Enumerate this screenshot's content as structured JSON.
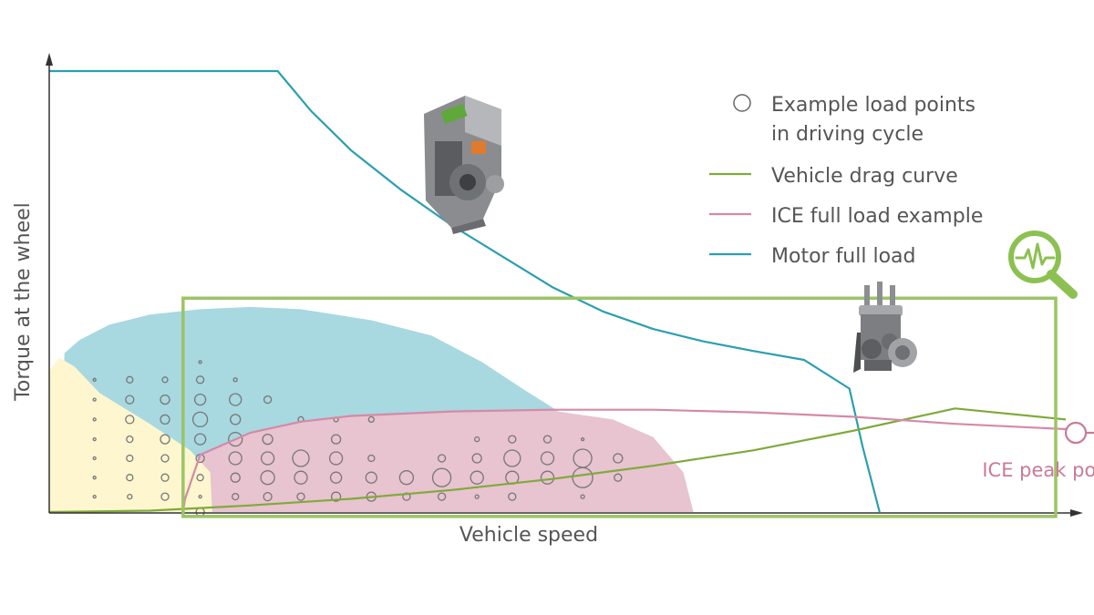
{
  "chart_data": {
    "type": "line",
    "xlabel": "Vehicle speed",
    "ylabel": "Torque at the wheel",
    "xlim": [
      0,
      100
    ],
    "ylim": [
      0,
      100
    ],
    "grid": false,
    "legend_position": "top-right",
    "legend": [
      {
        "key": "points",
        "label_lines": [
          "Example load points",
          "in driving cycle"
        ],
        "symbol": "circle",
        "color": "#666666"
      },
      {
        "key": "drag",
        "label_lines": [
          "Vehicle drag curve"
        ],
        "symbol": "line",
        "color": "#7faa3a"
      },
      {
        "key": "ice",
        "label_lines": [
          "ICE full load example"
        ],
        "symbol": "line",
        "color": "#d48aa6"
      },
      {
        "key": "motor",
        "label_lines": [
          "Motor full load"
        ],
        "symbol": "line",
        "color": "#2b9fb0"
      }
    ],
    "series": [
      {
        "name": "Motor full load",
        "key": "motor",
        "color": "#2b9fb0",
        "points": [
          [
            0,
            100
          ],
          [
            22.7,
            100
          ],
          [
            26,
            91
          ],
          [
            30,
            82
          ],
          [
            35,
            73
          ],
          [
            40,
            65
          ],
          [
            45,
            58
          ],
          [
            50,
            51
          ],
          [
            55,
            45.5
          ],
          [
            60,
            41.5
          ],
          [
            65,
            38.7
          ],
          [
            70,
            36.5
          ],
          [
            75,
            34.5
          ],
          [
            79.5,
            28
          ],
          [
            80.8,
            15
          ],
          [
            82.5,
            0
          ]
        ]
      },
      {
        "name": "Vehicle drag curve",
        "key": "drag",
        "color": "#7faa3a",
        "points": [
          [
            0,
            0
          ],
          [
            10,
            0.3
          ],
          [
            20,
            1.5
          ],
          [
            30,
            3
          ],
          [
            40,
            5
          ],
          [
            50,
            7.5
          ],
          [
            60,
            10.5
          ],
          [
            70,
            14
          ],
          [
            80,
            18.5
          ],
          [
            90,
            23.5
          ],
          [
            101,
            21
          ]
        ]
      },
      {
        "name": "ICE full load example",
        "key": "ice",
        "color": "#d48aa6",
        "points": [
          [
            13.3,
            0
          ],
          [
            13.5,
            3
          ],
          [
            15,
            13
          ],
          [
            20,
            18
          ],
          [
            25,
            20.5
          ],
          [
            30,
            21.8
          ],
          [
            40,
            22.8
          ],
          [
            50,
            23.2
          ],
          [
            60,
            23.2
          ],
          [
            70,
            22.6
          ],
          [
            80,
            21.6
          ],
          [
            90,
            20
          ],
          [
            101,
            18.8
          ]
        ]
      }
    ],
    "regions": [
      {
        "key": "motor_zone",
        "color": "#a8d8e0",
        "points": [
          [
            1.5,
            36
          ],
          [
            3,
            39
          ],
          [
            6,
            42.5
          ],
          [
            10,
            44.8
          ],
          [
            15,
            46
          ],
          [
            20,
            46.5
          ],
          [
            25,
            46
          ],
          [
            32,
            43.5
          ],
          [
            38,
            40
          ],
          [
            43,
            34
          ],
          [
            47,
            28
          ],
          [
            50.5,
            23
          ],
          [
            45,
            14
          ],
          [
            30,
            8
          ],
          [
            15,
            6
          ],
          [
            5,
            17
          ],
          [
            1.5,
            30
          ]
        ]
      },
      {
        "key": "ice_zone",
        "color": "#e8c3d0",
        "points": [
          [
            13.3,
            0
          ],
          [
            13.5,
            3
          ],
          [
            15,
            13
          ],
          [
            20,
            18
          ],
          [
            25,
            20.5
          ],
          [
            30,
            21.8
          ],
          [
            40,
            22.8
          ],
          [
            50,
            23
          ],
          [
            56,
            21
          ],
          [
            60,
            17
          ],
          [
            63,
            9
          ],
          [
            64,
            0
          ]
        ]
      },
      {
        "key": "low_speed_zone",
        "color": "#fdf6cf",
        "points": [
          [
            0,
            0
          ],
          [
            0,
            32
          ],
          [
            1,
            35
          ],
          [
            2.5,
            33
          ],
          [
            5,
            27
          ],
          [
            10,
            20
          ],
          [
            14,
            14
          ],
          [
            16,
            9
          ],
          [
            16.2,
            0
          ]
        ]
      }
    ],
    "load_points": [
      [
        4.5,
        3.5,
        1.5
      ],
      [
        4.5,
        7.8,
        1.5
      ],
      [
        4.5,
        12.2,
        1.5
      ],
      [
        4.5,
        16.5,
        1.5
      ],
      [
        4.5,
        21,
        1.5
      ],
      [
        4.5,
        25.5,
        1.5
      ],
      [
        4.5,
        30,
        1.5
      ],
      [
        8,
        3.5,
        2.5
      ],
      [
        8,
        7.8,
        3.5
      ],
      [
        8,
        12.2,
        3.5
      ],
      [
        8,
        16.5,
        3.5
      ],
      [
        8,
        21,
        4.5
      ],
      [
        8,
        25.5,
        4.5
      ],
      [
        8,
        30,
        3.5
      ],
      [
        11.5,
        3.5,
        4
      ],
      [
        11.5,
        7.8,
        4
      ],
      [
        11.5,
        12.2,
        4
      ],
      [
        11.5,
        16.5,
        5
      ],
      [
        11.5,
        21,
        5
      ],
      [
        11.5,
        25.5,
        5
      ],
      [
        11.5,
        30,
        3
      ],
      [
        15,
        0,
        4.5
      ],
      [
        15,
        3.5,
        1.5
      ],
      [
        15,
        7.8,
        3.5
      ],
      [
        15,
        12.2,
        4.5
      ],
      [
        15,
        16.5,
        6
      ],
      [
        15,
        21,
        8
      ],
      [
        15,
        25.5,
        6
      ],
      [
        15,
        30,
        4
      ],
      [
        15,
        34,
        1.5
      ],
      [
        18.5,
        3.5,
        3.5
      ],
      [
        18.5,
        7.8,
        5
      ],
      [
        18.5,
        12.2,
        7
      ],
      [
        18.5,
        16.5,
        7.5
      ],
      [
        18.5,
        21,
        5.5
      ],
      [
        18.5,
        25.5,
        6.5
      ],
      [
        18.5,
        30,
        2
      ],
      [
        21.7,
        3.5,
        4.5
      ],
      [
        21.7,
        7.8,
        7.5
      ],
      [
        21.7,
        12.2,
        7
      ],
      [
        21.7,
        16.5,
        5.5
      ],
      [
        21.7,
        25.5,
        4
      ],
      [
        25,
        3.5,
        4
      ],
      [
        25,
        7.8,
        7
      ],
      [
        25,
        12.2,
        9
      ],
      [
        25,
        21,
        3
      ],
      [
        28.5,
        3.5,
        5
      ],
      [
        28.5,
        7.8,
        6
      ],
      [
        28.5,
        12.2,
        7
      ],
      [
        28.5,
        16.5,
        5
      ],
      [
        28.5,
        21,
        2.5
      ],
      [
        32,
        3.5,
        5
      ],
      [
        32,
        7.8,
        6
      ],
      [
        32,
        12.2,
        3.5
      ],
      [
        32,
        21,
        3
      ],
      [
        35.5,
        3.5,
        4
      ],
      [
        35.5,
        7.8,
        7.5
      ],
      [
        39,
        3.5,
        4
      ],
      [
        39,
        7.8,
        10
      ],
      [
        39,
        12.2,
        4
      ],
      [
        42.5,
        3.5,
        2
      ],
      [
        42.5,
        7.8,
        7
      ],
      [
        42.5,
        12.2,
        5
      ],
      [
        42.5,
        16.5,
        2.5
      ],
      [
        46,
        3.5,
        4
      ],
      [
        46,
        7.8,
        7
      ],
      [
        46,
        12.2,
        9
      ],
      [
        46,
        16.5,
        4
      ],
      [
        49.5,
        7.8,
        7
      ],
      [
        49.5,
        12.2,
        7
      ],
      [
        49.5,
        16.5,
        4
      ],
      [
        53,
        3.5,
        2
      ],
      [
        53,
        7.8,
        11
      ],
      [
        53,
        12.2,
        10
      ],
      [
        53,
        16.5,
        1.5
      ],
      [
        56.5,
        7.8,
        4
      ],
      [
        56.5,
        12.2,
        5
      ]
    ],
    "highlight": {
      "key": "peak_box",
      "x": [
        13.3,
        100
      ],
      "y": [
        -1,
        48.5
      ],
      "color": "#9cc465"
    },
    "annotations": [
      {
        "key": "peak",
        "text": "ICE peak power",
        "x": 101,
        "y": 18.8,
        "color": "#c97a96"
      }
    ]
  },
  "icons": [
    "magnifier-waveform-icon",
    "e-motor-image",
    "ice-engine-image"
  ]
}
